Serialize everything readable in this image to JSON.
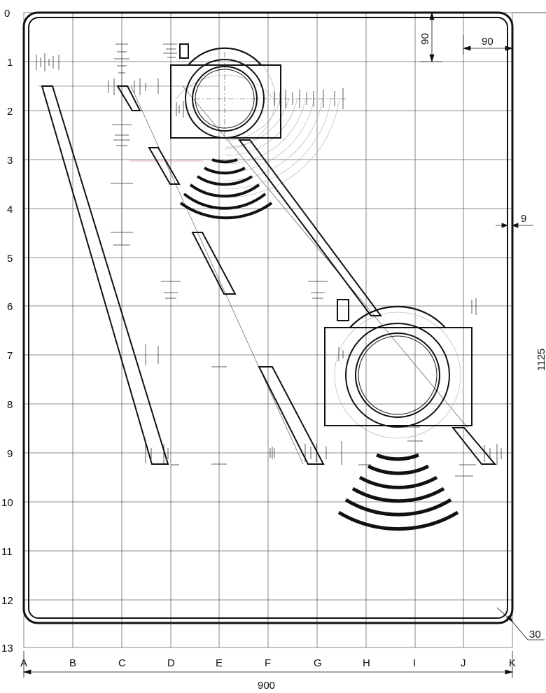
{
  "row_labels": [
    "0",
    "1",
    "2",
    "3",
    "4",
    "5",
    "6",
    "7",
    "8",
    "9",
    "10",
    "11",
    "12",
    "13"
  ],
  "column_labels": [
    "A",
    "B",
    "C",
    "D",
    "E",
    "F",
    "G",
    "H",
    "I",
    "J",
    "K"
  ],
  "dimensions": {
    "total_width": "900",
    "total_height": "1125",
    "top_margin": "90",
    "right_margin": "90",
    "border_gap": "9",
    "corner_radius": "30"
  },
  "colors": {
    "line": "#111111",
    "grid": "#555555",
    "faint": "#999999",
    "accent": "#e06060"
  }
}
